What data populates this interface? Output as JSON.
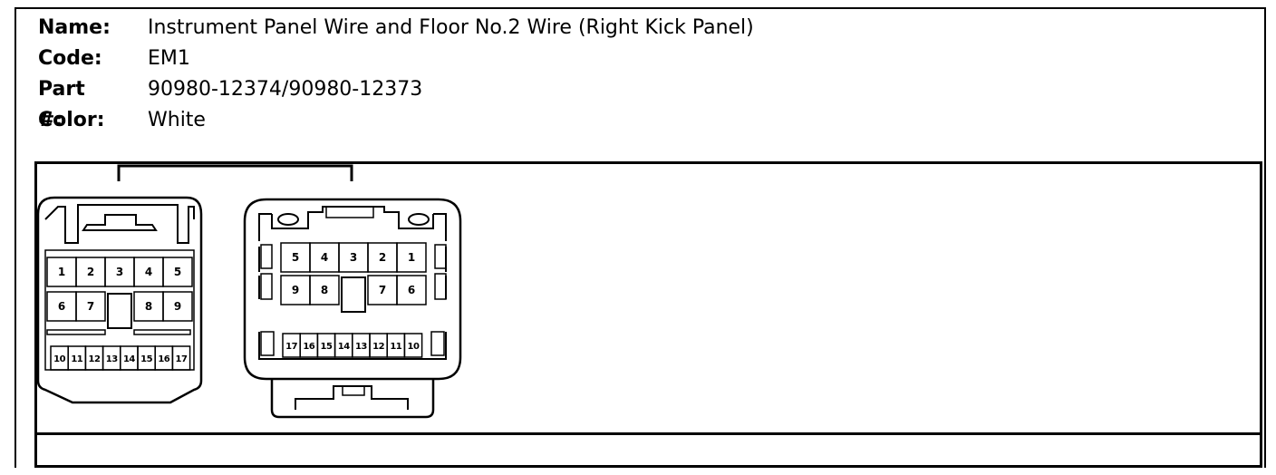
{
  "fields": [
    {
      "label": "Name:",
      "value": "Instrument Panel Wire and Floor No.2 Wire (Right Kick Panel)"
    },
    {
      "label": "Code:",
      "value": "EM1"
    },
    {
      "label": "Part #:",
      "value": "90980-12374/90980-12373"
    },
    {
      "label": "Color:",
      "value": "White"
    }
  ],
  "connector_left": {
    "row1": [
      "1",
      "2",
      "3",
      "4",
      "5"
    ],
    "row2": [
      "6",
      "7",
      "",
      "8",
      "9"
    ],
    "row3": [
      "10",
      "11",
      "12",
      "13",
      "14",
      "15",
      "16",
      "17"
    ]
  },
  "connector_right": {
    "row1": [
      "5",
      "4",
      "3",
      "2",
      "1"
    ],
    "row2": [
      "9",
      "8",
      "",
      "7",
      "6"
    ],
    "row3": [
      "17",
      "16",
      "15",
      "14",
      "13",
      "12",
      "11",
      "10"
    ]
  }
}
